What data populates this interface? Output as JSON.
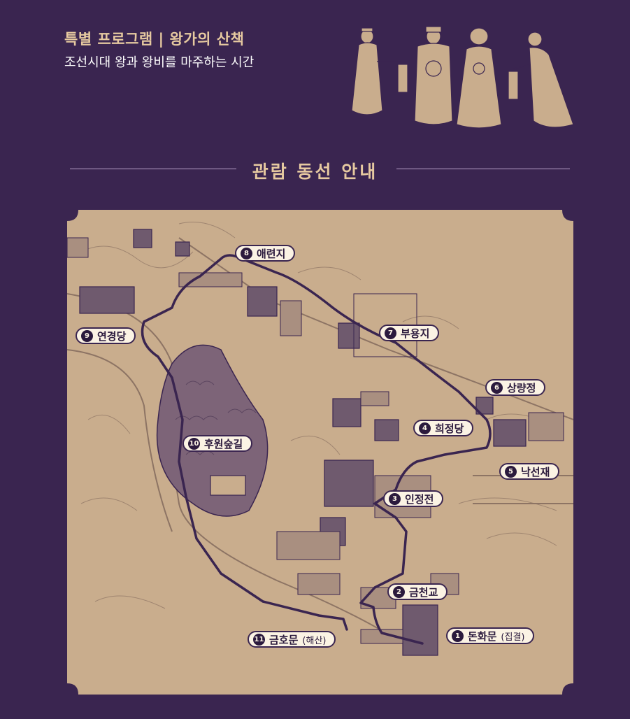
{
  "header": {
    "title": "특별 프로그램 | 왕가의 산책",
    "subtitle": "조선시대 왕과 왕비를 마주하는 시간"
  },
  "section": {
    "title": "관람 동선 안내"
  },
  "colors": {
    "background": "#3a2550",
    "map": "#c9ad8d",
    "route": "#3a2550",
    "accent": "#e6c9a0"
  },
  "stops": [
    {
      "num": "1",
      "name": "돈화문",
      "note": "(집결)"
    },
    {
      "num": "2",
      "name": "금천교",
      "note": ""
    },
    {
      "num": "3",
      "name": "인정전",
      "note": ""
    },
    {
      "num": "4",
      "name": "희정당",
      "note": ""
    },
    {
      "num": "5",
      "name": "낙선재",
      "note": ""
    },
    {
      "num": "6",
      "name": "상량정",
      "note": ""
    },
    {
      "num": "7",
      "name": "부용지",
      "note": ""
    },
    {
      "num": "8",
      "name": "애련지",
      "note": ""
    },
    {
      "num": "9",
      "name": "연경당",
      "note": ""
    },
    {
      "num": "10",
      "name": "후원숲길",
      "note": ""
    },
    {
      "num": "11",
      "name": "금호문",
      "note": "(해산)"
    }
  ]
}
